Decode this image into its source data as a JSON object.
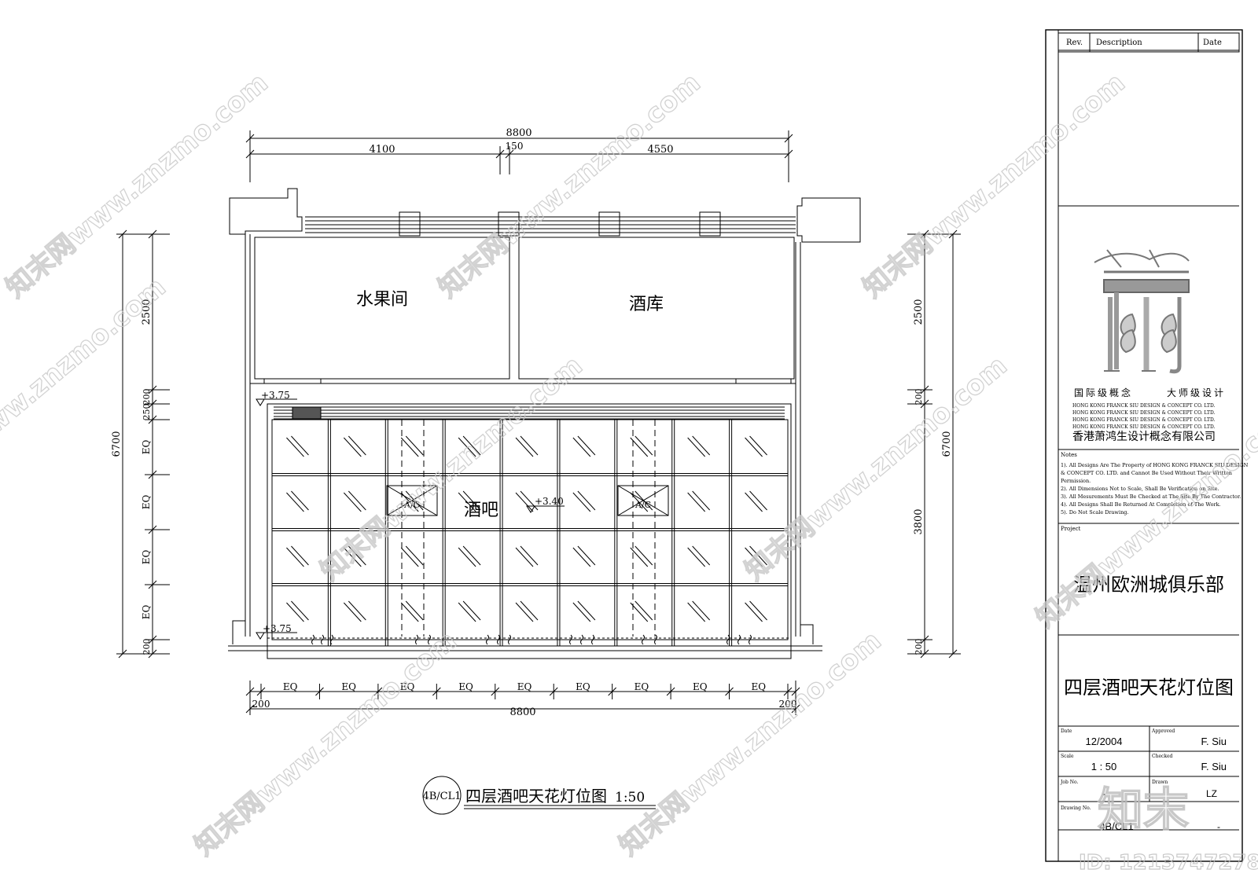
{
  "plan": {
    "dims": {
      "overall_top": "8800",
      "seg_left": "4100",
      "seg_mid": "150",
      "seg_right": "4550",
      "left_total": "6700",
      "left_upper": "2500",
      "left_a": "200",
      "left_b": "250",
      "left_eq": [
        "EQ",
        "EQ",
        "EQ",
        "EQ"
      ],
      "left_bottom": "200",
      "right_upper": "2500",
      "right_a": "200",
      "right_total": "6700",
      "right_lower": "3800",
      "right_bottom": "200",
      "bottom_eq": [
        "EQ",
        "EQ",
        "EQ",
        "EQ",
        "EQ",
        "EQ",
        "EQ",
        "EQ",
        "EQ"
      ],
      "bottom_left": "200",
      "bottom_right": "200",
      "bottom_total": "8800"
    },
    "rooms": {
      "fruit_room": "水果间",
      "wine_cellar": "酒库",
      "bar": "酒吧"
    },
    "levels": [
      "+3.75",
      "+3.40",
      "+3.75"
    ],
    "ac_label": "A/C",
    "caption": {
      "bubble": "4B/CL1",
      "title": "四层酒吧天花灯位图",
      "scale": "1:50"
    }
  },
  "title_block": {
    "rev_header": "Rev.",
    "desc_header": "Description",
    "date_header": "Date",
    "logo_tag_left": "国际级概念",
    "logo_tag_right": "大师级设计",
    "company_en": [
      "HONG KONG FRANCK SIU DESIGN & CONCEPT CO. LTD.",
      "HONG KONG FRANCK SIU DESIGN & CONCEPT CO. LTD.",
      "HONG KONG FRANCK SIU DESIGN & CONCEPT CO. LTD.",
      "HONG KONG FRANCK SIU DESIGN & CONCEPT CO. LTD."
    ],
    "company_cn": "香港萧鸿生设计概念有限公司",
    "notes_label": "Notes",
    "notes": [
      "1). All Designs Are The Property of HONG KONG FRANCK SIU DESIGN",
      "& CONCEPT CO. LTD. and Cannot Be Used Without Their Written",
      "Permission.",
      "2). All Dimensions Not to Scale, Shall Be Verification on Site.",
      "3). All Mesurements Must Be Checked at The Site By The Contractor.",
      "4). All Designs Shall Be Returned At Completion of The Work.",
      "5). Do Not Scale Drawing."
    ],
    "project_label": "Project",
    "project_name": "温州欧洲城俱乐部",
    "drawing_title": "四层酒吧天花灯位图",
    "date_label": "Date",
    "date_value": "12/2004",
    "approved_label": "Approved",
    "approved_value": "F. Siu",
    "scale_label": "Scale",
    "scale_value": "1 : 50",
    "checked_label": "Checked",
    "checked_value": "F. Siu",
    "jobno_label": "Job No.",
    "jobno_value": "-",
    "drawn_label": "Drawn",
    "drawn_value": "LZ",
    "drawingno_label": "Drawing No.",
    "drawingno_value": "4B/CL1",
    "drawingno_rev": "-"
  },
  "watermark": {
    "text": "知末网www.znzmo.com",
    "brand": "知末",
    "id": "ID: 1213747278"
  }
}
